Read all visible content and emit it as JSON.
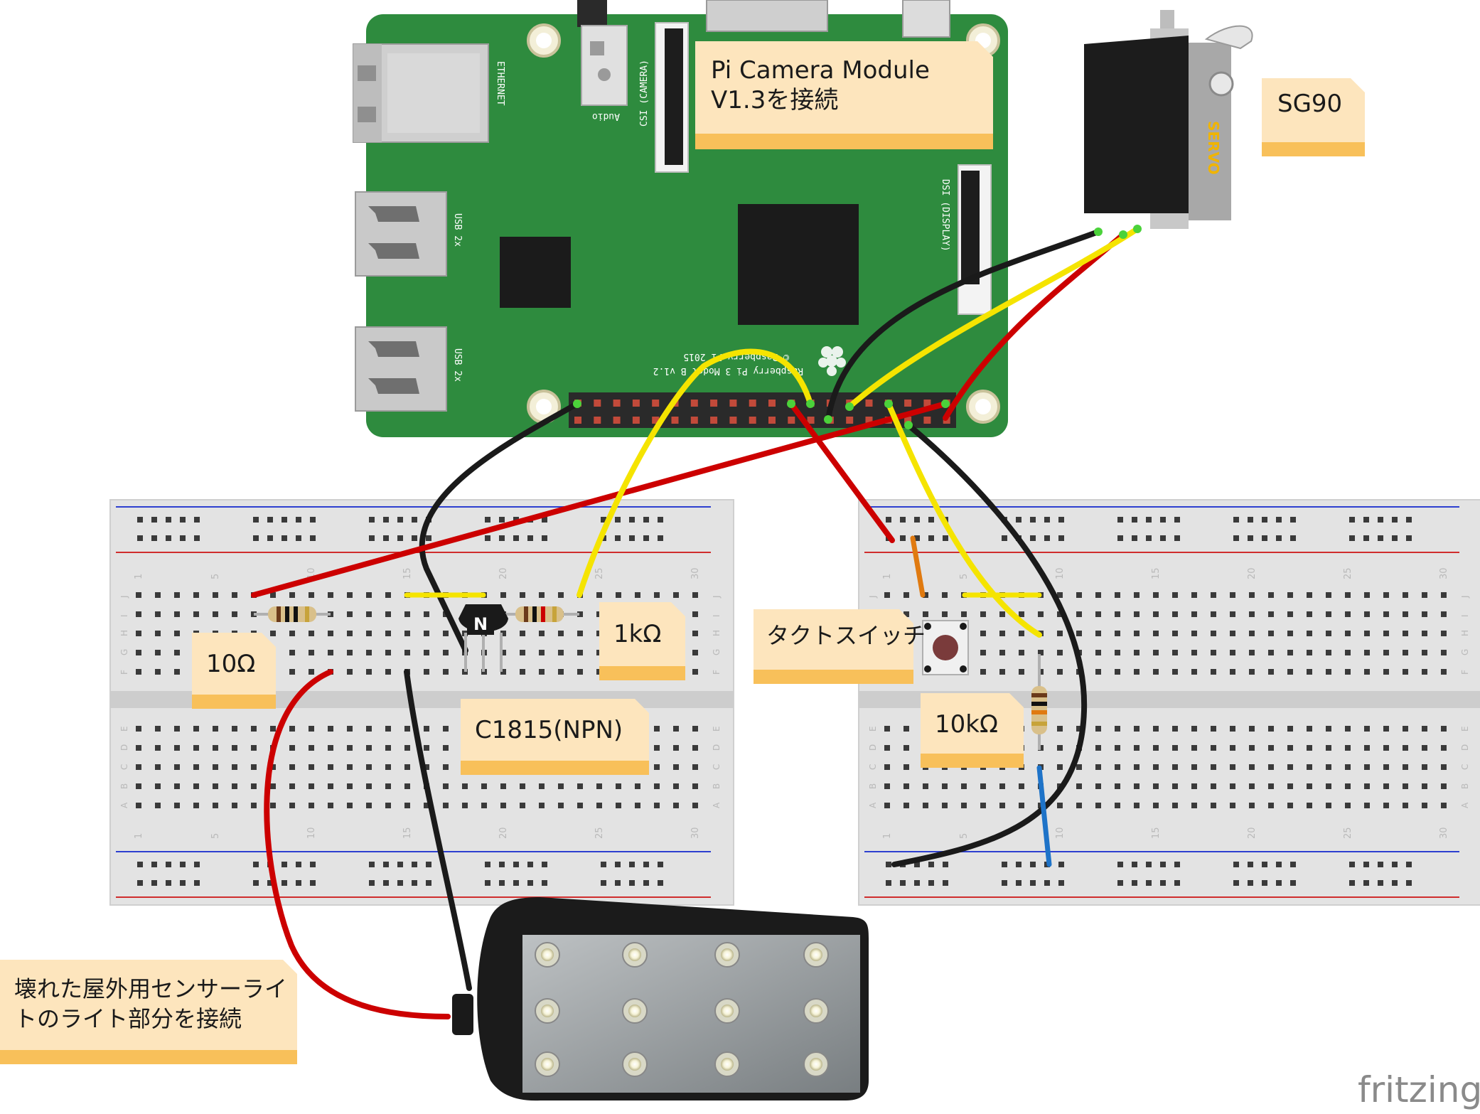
{
  "notes": {
    "camera": [
      "Pi Camera Module",
      "V1.3を接続"
    ],
    "servo": "SG90",
    "r10": "10Ω",
    "r1k": "1kΩ",
    "transistor": "C1815(NPN)",
    "switch": "タクトスイッチ",
    "r10k": "10kΩ",
    "light": [
      "壊れた屋外用センサーライ",
      "トのライト部分を接続"
    ]
  },
  "pi": {
    "ethernet": "ETHERNET",
    "usb": "USB 2x",
    "audio": "Audio",
    "csi": "CSI (CAMERA)",
    "dsi": "DSI (DISPLAY)",
    "model": "Raspberry Pi 3 Model B v1.2",
    "copyright": "© Raspberry Pi 2015"
  },
  "servo_label": "SERVO",
  "transistor_mark": "N",
  "breadboard": {
    "column_numbers": [
      "1",
      "5",
      "10",
      "15",
      "20",
      "25",
      "30"
    ],
    "rows_top": [
      "J",
      "I",
      "H",
      "G",
      "F"
    ],
    "rows_bottom": [
      "E",
      "D",
      "C",
      "B",
      "A"
    ]
  },
  "brand": "fritzing",
  "colors": {
    "pcb": "#2e8b3e",
    "wire_red": "#cc0000",
    "wire_black": "#1a1a1a",
    "wire_yellow": "#f5e400",
    "wire_blue": "#1e73c8",
    "wire_orange": "#e07a10",
    "note": "#fde5bd",
    "note_band": "#f8c05a"
  }
}
